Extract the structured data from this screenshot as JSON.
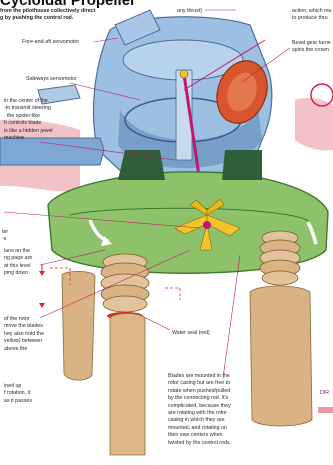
{
  "header": {
    "title": "Cycloidal Propeller",
    "intro": "from the pilothouse collectively direct\ng by pushing the control rod."
  },
  "labels": {
    "top_center": "any thrust)",
    "top_right": "action, which mu\nto produce thru",
    "fore_aft": "Fore-and-aft servomotor",
    "bevel_gear": "Bevel gear turne\nspins the crown",
    "sideways": "Sideways servomotor",
    "left_mid": "in the center of the\n-to transmit steering\n, the spider-like\nh controls blade\nis like a hidden jewel\nmachine.",
    "left_ter": "ter\n-s",
    "left_lower1": "ians on the\nng page are\nat this level\nping down",
    "left_lower2": "of the rotor\nmove the blades\nhey also hold the\nyellow) between\nabove the",
    "left_bottom": "ined up\nf rotation, it\nas it passes",
    "water_seal": "Water seal (red)",
    "blades_note": "Blades are mounted in the\nrotor casing but are free to\nrotate when pushed/pulled\nby the connecting rod. It's\ncomplicated, because they\nare rotating with the rotor\ncasing in which they are\nmounted, and rotating on\ntheir own centers when\ntwisted by the control rods.",
    "dir": "DIR"
  },
  "colors": {
    "casing_blue": "#8fb3d9",
    "green_rotor": "#8dc26b",
    "blade_tan": "#d9b383",
    "spider_yellow": "#f2c42c",
    "bevel_red": "#d9552e",
    "rod_magenta": "#c0186a",
    "pink_water": "#e89aa2"
  },
  "icons": {
    "arrow": "curved-arrow-icon",
    "down_arrow": "down-arrow-icon"
  }
}
